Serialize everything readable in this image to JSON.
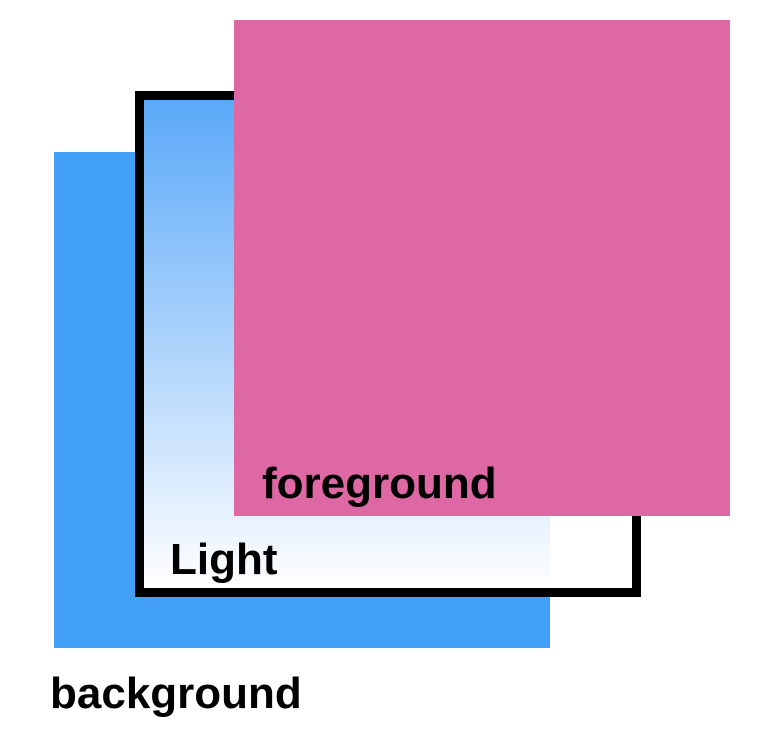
{
  "labels": {
    "foreground": "foreground",
    "light": "Light",
    "background": "background"
  },
  "colors": {
    "background_square": "#42a0f8",
    "light_gradient_top": "#5aa8f8",
    "light_gradient_bottom": "#ffffff",
    "light_frame": "#000000",
    "foreground_square": "#de68a3"
  }
}
